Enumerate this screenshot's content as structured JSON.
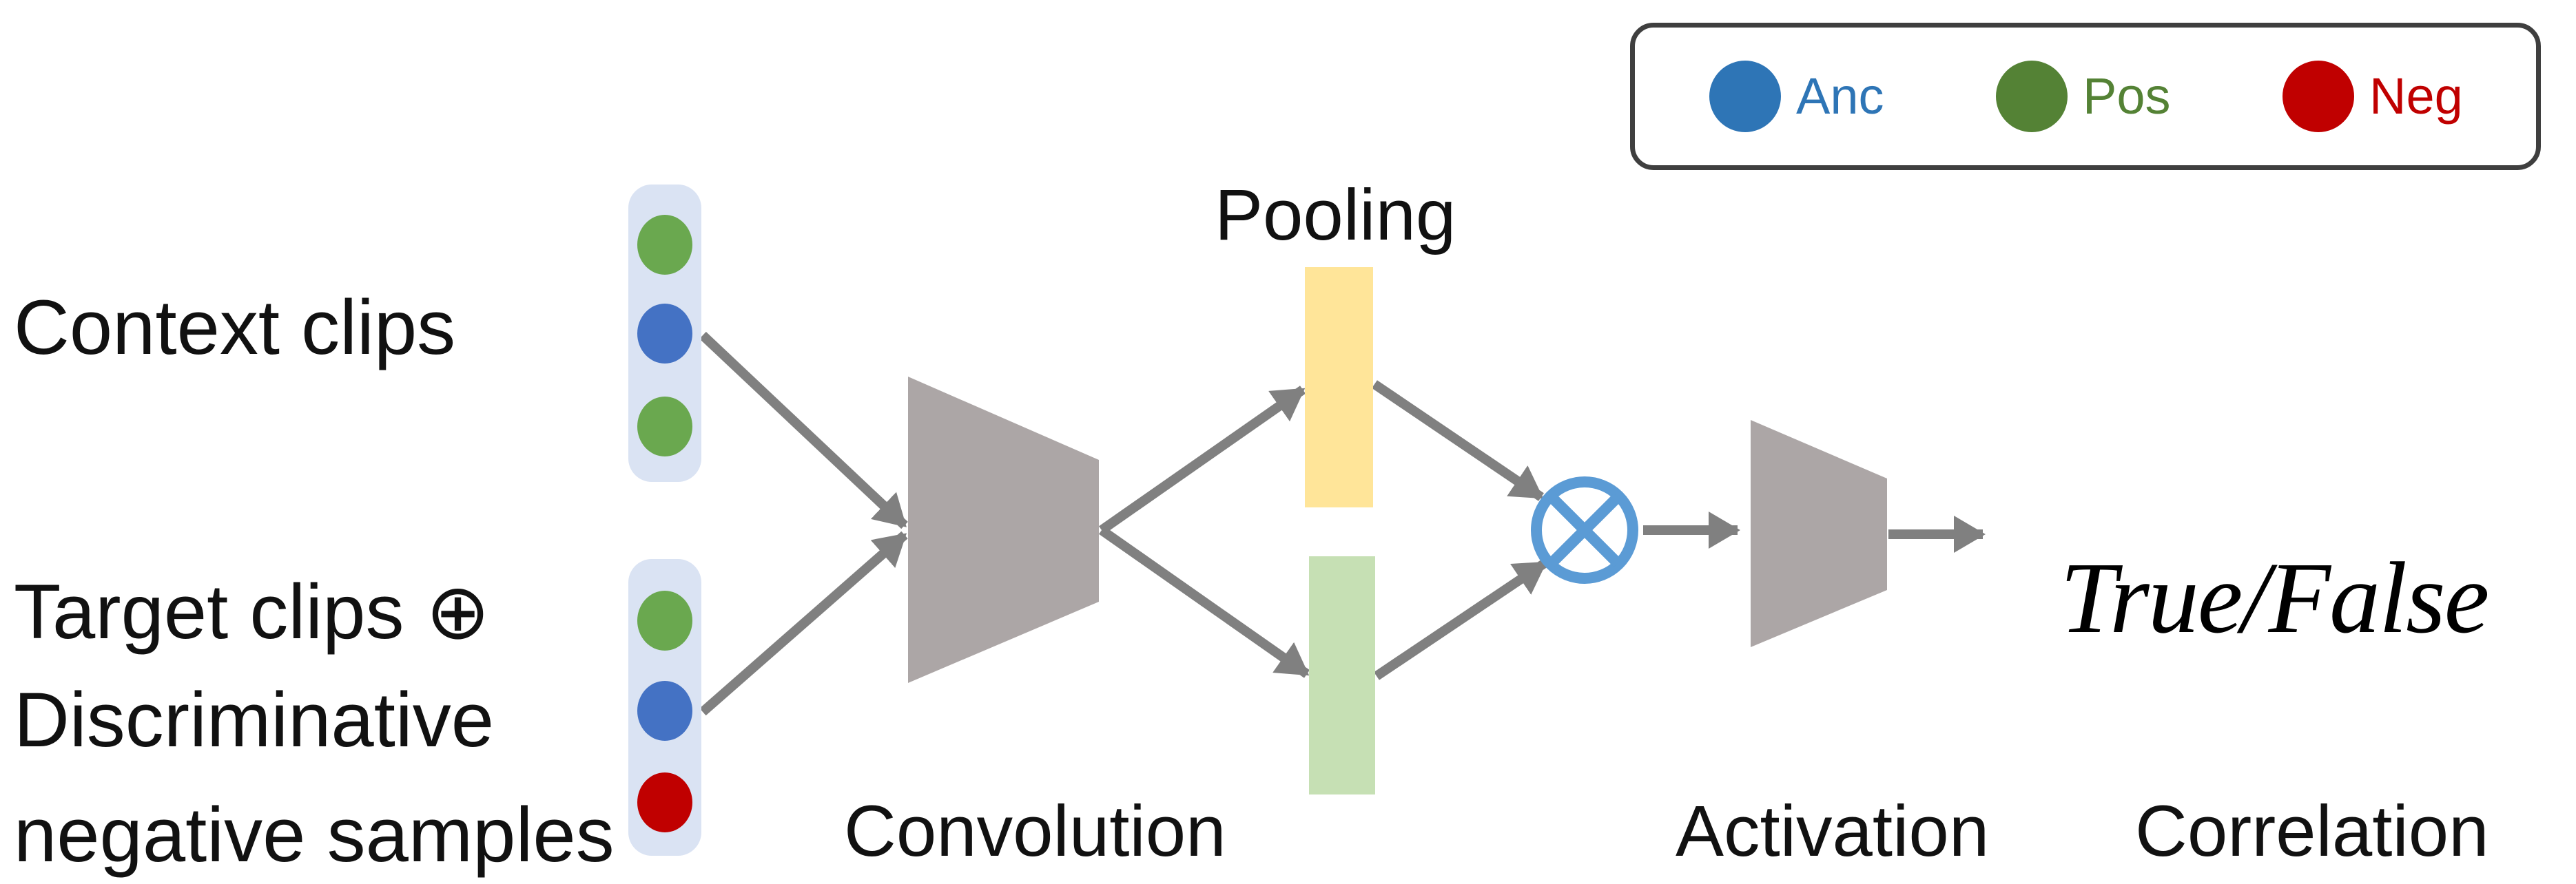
{
  "legend": {
    "items": [
      {
        "label": "Anc",
        "color": "#2e75b6"
      },
      {
        "label": "Pos",
        "color": "#548235"
      },
      {
        "label": "Neg",
        "color": "#c00000"
      }
    ]
  },
  "labels": {
    "context_clips": "Context clips",
    "target_clips": "Target clips ⊕",
    "discriminative": "Discriminative",
    "negative_samples": "negative samples",
    "pooling": "Pooling",
    "convolution": "Convolution",
    "activation": "Activation",
    "correlation": "Correlation",
    "output": "True/False"
  },
  "diagram": {
    "context_stack": [
      "pos",
      "anc",
      "pos"
    ],
    "target_stack": [
      "pos",
      "anc",
      "neg"
    ]
  },
  "colors": {
    "anc": "#4472c4",
    "pos": "#6aa84f",
    "neg": "#c00000",
    "legend_anc": "#2e75b6",
    "legend_pos": "#548235",
    "legend_neg": "#c00000",
    "stack_bg": "#dae3f3",
    "pool_yellow": "#ffe599",
    "pool_green": "#c6e0b4",
    "trapezoid_gray": "#aca6a6",
    "arrow_gray": "#808080",
    "otimes_blue": "#5b9bd5",
    "legend_border": "#3f3f3f"
  }
}
